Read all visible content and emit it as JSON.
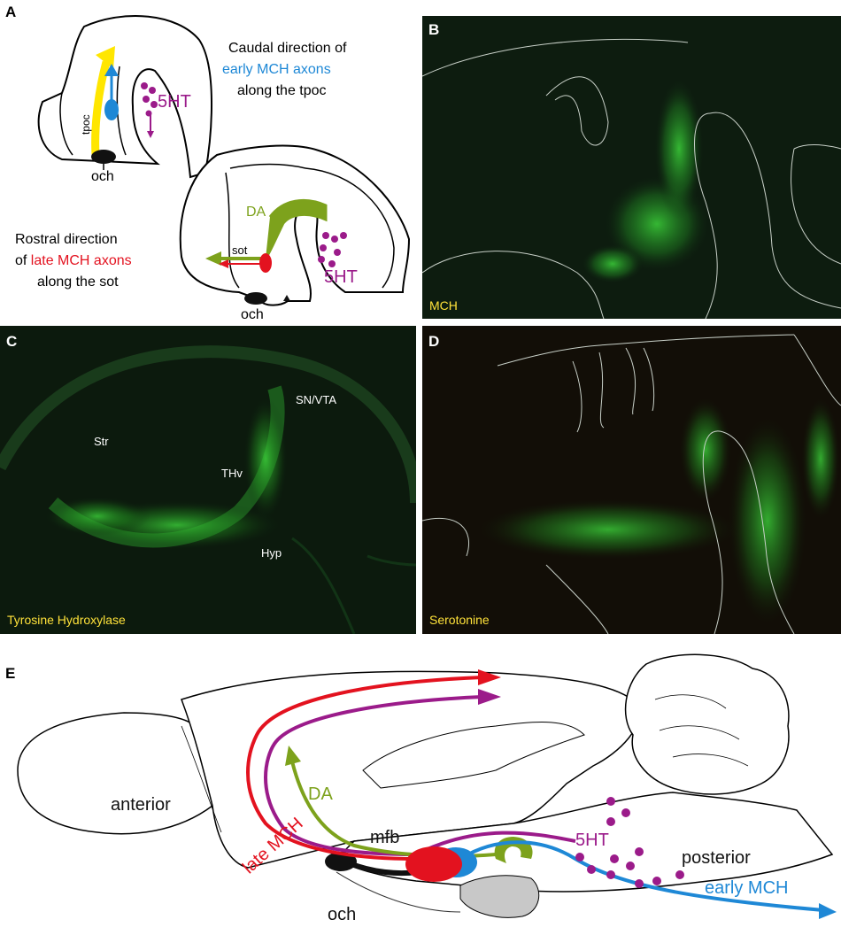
{
  "panels": {
    "a": {
      "letter": "A",
      "caudal_1": "Caudal direction of",
      "caudal_2": "early MCH axons",
      "caudal_3": "along the tpoc",
      "rostral_1": "Rostral direction",
      "rostral_2a": "of ",
      "rostral_2b": "late MCH axons",
      "rostral_3": "along the sot",
      "tpoc": "tpoc",
      "och_1": "och",
      "och_2": "och",
      "ht_1": "5HT",
      "ht_2": "5HT",
      "da": "DA",
      "sot": "sot"
    },
    "b": {
      "letter": "B",
      "caption": "MCH"
    },
    "c": {
      "letter": "C",
      "caption": "Tyrosine Hydroxylase",
      "str": "Str",
      "snvta": "SN/VTA",
      "thv": "THv",
      "hyp": "Hyp"
    },
    "d": {
      "letter": "D",
      "caption": "Serotonine"
    },
    "e": {
      "letter": "E",
      "anterior": "anterior",
      "posterior": "posterior",
      "late_mch": "late MCH",
      "early_mch": "early MCH",
      "da": "DA",
      "mfb": "mfb",
      "ht": "5HT",
      "och": "och"
    }
  },
  "colors": {
    "blue": "#1e88d6",
    "red": "#e3121f",
    "green": "#7da21c",
    "purple": "#9b1b8a",
    "yellow": "#ffe600",
    "fluor_green": "#3cd23a",
    "dark_bg": "#0d1c0f"
  }
}
